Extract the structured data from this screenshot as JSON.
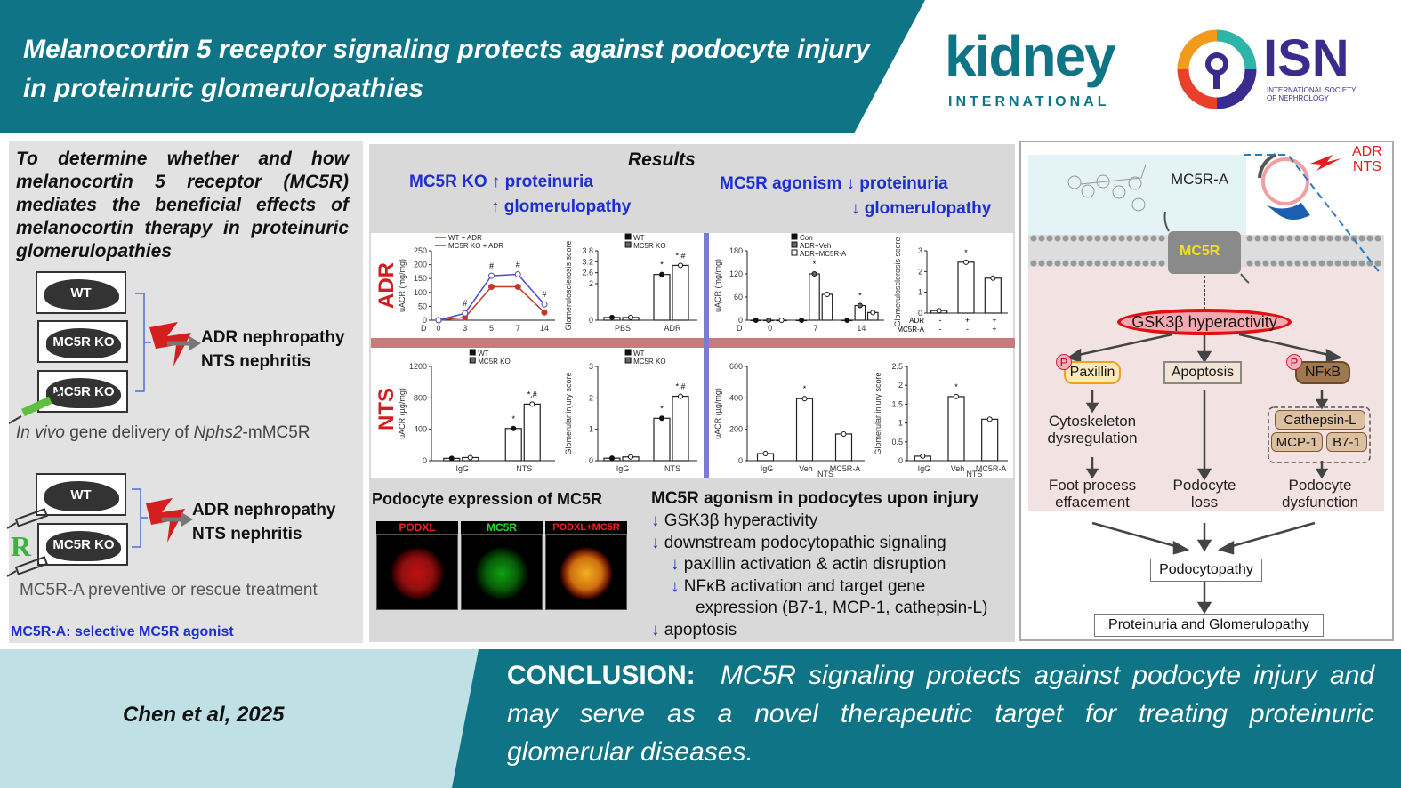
{
  "header": {
    "title": "Melanocortin 5 receptor signaling protects against podocyte injury in proteinuric glomerulopathies",
    "journal_logo": "kidney",
    "journal_logo_sub": "INTERNATIONAL",
    "society_logo": "ISN",
    "society_sub": "INTERNATIONAL SOCIETY OF NEPHROLOGY"
  },
  "colors": {
    "teal": "#0f7485",
    "red": "#d01d1d",
    "blue": "#1d2fd1",
    "wt_line": "#c0392b",
    "ko_line": "#4b4bc8"
  },
  "left": {
    "objective": "To determine whether and how melanocortin 5 receptor (MC5R) mediates the beneficial effects of melanocortin therapy in proteinuric glomerulopathies",
    "mice1": [
      "WT",
      "MC5R KO",
      "MC5R KO"
    ],
    "models1": [
      "ADR nephropathy",
      "NTS nephritis"
    ],
    "gene_delivery_italic": "In vivo",
    "gene_delivery_mid": " gene delivery of ",
    "gene_delivery_gene": "Nphs2",
    "gene_delivery_end": "-mMC5R",
    "mice2": [
      "WT",
      "MC5R KO"
    ],
    "models2": [
      "ADR nephropathy",
      "NTS nephritis"
    ],
    "r_label": "R",
    "treatment": "MC5R-A preventive or rescue treatment",
    "footnote": "MC5R-A: selective MC5R agonist"
  },
  "results": {
    "title": "Results",
    "ko_line1": "MC5R KO ↑ proteinuria",
    "ko_line2": "↑ glomerulopathy",
    "ag_line1": "MC5R agonism ↓ proteinuria",
    "ag_line2": "↓ glomerulopathy",
    "row_adr": "ADR",
    "row_nts": "NTS",
    "podocyte_title": "Podocyte expression of MC5R",
    "micro_labels": [
      "PODXL",
      "MC5R",
      "PODXL+MC5R"
    ],
    "mech_title": "MC5R agonism in podocytes upon injury",
    "mech_items": [
      {
        "arrow": "↓",
        "text": "GSK3β hyperactivity",
        "indent": 0
      },
      {
        "arrow": "↓",
        "text": "downstream podocytopathic signaling",
        "indent": 0
      },
      {
        "arrow": "↓",
        "text": "paxillin activation & actin disruption",
        "indent": 1
      },
      {
        "arrow": "↓",
        "text": "NFκB activation and target gene",
        "indent": 1
      },
      {
        "arrow": "",
        "text": "expression (B7-1, MCP-1, cathepsin-L)",
        "indent": 2
      },
      {
        "arrow": "↓",
        "text": "apoptosis",
        "indent": 0
      }
    ]
  },
  "chart_data": [
    {
      "type": "line",
      "ylabel": "uACR (mg/mg)",
      "xprefix": "D",
      "x": [
        0,
        3,
        5,
        7,
        14
      ],
      "ylim": [
        0,
        250
      ],
      "yticks": [
        0,
        50,
        100,
        150,
        200,
        250
      ],
      "series": [
        {
          "name": "WT + ADR",
          "values": [
            0,
            10,
            120,
            120,
            28
          ],
          "color": "#c0392b"
        },
        {
          "name": "MC5R KO + ADR",
          "values": [
            0,
            25,
            160,
            165,
            57
          ],
          "color": "#4b4bc8"
        }
      ],
      "annotations": [
        "",
        "#",
        "#",
        "#",
        "#"
      ]
    },
    {
      "type": "bar",
      "ylabel": "Glomerulosclerosis score",
      "categories": [
        "PBS",
        "ADR"
      ],
      "ylim": [
        0,
        3.8
      ],
      "yticks": [
        0,
        2.0,
        2.6,
        3.2,
        3.8
      ],
      "series": [
        {
          "name": "WT",
          "values": [
            0.15,
            2.5
          ]
        },
        {
          "name": "MC5R KO",
          "values": [
            0.15,
            3.0
          ]
        }
      ],
      "annotations": [
        [
          "",
          ""
        ],
        [
          "*",
          "*,#"
        ]
      ]
    },
    {
      "type": "bar",
      "ylabel": "uACR (mg/mg)",
      "xprefix": "D",
      "categories": [
        "0",
        "7",
        "14"
      ],
      "ylim": [
        0,
        180
      ],
      "yticks": [
        0,
        60,
        120,
        180
      ],
      "series": [
        {
          "name": "Con",
          "values": [
            0,
            0,
            0
          ]
        },
        {
          "name": "ADR+Veh",
          "values": [
            0,
            120,
            38
          ]
        },
        {
          "name": "ADR+MC5R-A",
          "values": [
            0,
            67,
            20
          ]
        }
      ],
      "annotations": [
        [
          "",
          "",
          ""
        ],
        [
          "",
          "*",
          ""
        ],
        [
          "",
          "*",
          ""
        ]
      ]
    },
    {
      "type": "bar",
      "ylabel": "Glomerulosclerosis score",
      "categories": [
        "",
        "",
        ""
      ],
      "ylim": [
        0,
        3
      ],
      "yticks": [
        0,
        1,
        2,
        3
      ],
      "series": [
        {
          "name": "",
          "values": [
            0.12,
            2.45,
            1.68
          ]
        }
      ],
      "annotations": [
        [
          "",
          "*",
          ""
        ]
      ],
      "rows": [
        {
          "label": "ADR",
          "marks": [
            "-",
            "+",
            "+"
          ]
        },
        {
          "label": "MC5R-A",
          "marks": [
            "-",
            "-",
            "+"
          ]
        }
      ]
    },
    {
      "type": "bar",
      "ylabel": "uACR (µg/mg)",
      "categories": [
        "IgG",
        "NTS"
      ],
      "ylim": [
        0,
        1200
      ],
      "yticks": [
        0,
        400,
        800,
        1200
      ],
      "series": [
        {
          "name": "WT",
          "values": [
            30,
            410
          ]
        },
        {
          "name": "MC5R KO",
          "values": [
            40,
            720
          ]
        }
      ],
      "annotations": [
        [
          "",
          ""
        ],
        [
          "*",
          "*,#"
        ]
      ]
    },
    {
      "type": "bar",
      "ylabel": "Glomerular injury score",
      "categories": [
        "IgG",
        "NTS"
      ],
      "ylim": [
        0,
        3
      ],
      "yticks": [
        0,
        1,
        2,
        3
      ],
      "series": [
        {
          "name": "WT",
          "values": [
            0.08,
            1.35
          ]
        },
        {
          "name": "MC5R KO",
          "values": [
            0.12,
            2.05
          ]
        }
      ],
      "annotations": [
        [
          "",
          ""
        ],
        [
          "*",
          "*,#"
        ]
      ]
    },
    {
      "type": "bar",
      "ylabel": "uACR (µg/mg)",
      "categories": [
        "IgG",
        "Veh",
        "MC5R-A"
      ],
      "group_label": "NTS",
      "ylim": [
        0,
        600
      ],
      "yticks": [
        0,
        200,
        400,
        600
      ],
      "series": [
        {
          "name": "",
          "values": [
            45,
            395,
            170
          ]
        }
      ],
      "annotations": [
        [
          "",
          "*",
          ""
        ]
      ]
    },
    {
      "type": "bar",
      "ylabel": "Glomerular injury score",
      "categories": [
        "IgG",
        "Veh",
        "MC5R-A"
      ],
      "group_label": "NTS",
      "ylim": [
        0,
        2.5
      ],
      "yticks": [
        0.0,
        0.5,
        1.0,
        1.5,
        2.0,
        2.5
      ],
      "series": [
        {
          "name": "",
          "values": [
            0.12,
            1.7,
            1.1
          ]
        }
      ],
      "annotations": [
        [
          "",
          "*",
          ""
        ]
      ]
    }
  ],
  "mechanism": {
    "ligand": "MC5R-A",
    "injury": [
      "ADR",
      "NTS"
    ],
    "receptor": "MC5R",
    "hub": "GSK3β hyperactivity",
    "phospho": "P",
    "nodes": [
      "Paxillin",
      "Apoptosis",
      "NFκB"
    ],
    "effects1": [
      "Cytoskeleton",
      "dysregulation"
    ],
    "targets": [
      "Cathepsin-L",
      "MCP-1",
      "B7-1"
    ],
    "outcomes": [
      [
        "Foot process",
        "effacement"
      ],
      [
        "Podocyte",
        "loss"
      ],
      [
        "Podocyte",
        "dysfunction"
      ]
    ],
    "podocytopathy": "Podocytopathy",
    "final": "Proteinuria and Glomerulopathy"
  },
  "footer": {
    "citation": "Chen et al, 2025",
    "conclusion_label": "CONCLUSION:",
    "conclusion_text": "MC5R signaling protects against podocyte injury and may serve as a novel therapeutic target for treating proteinuric glomerular diseases."
  }
}
